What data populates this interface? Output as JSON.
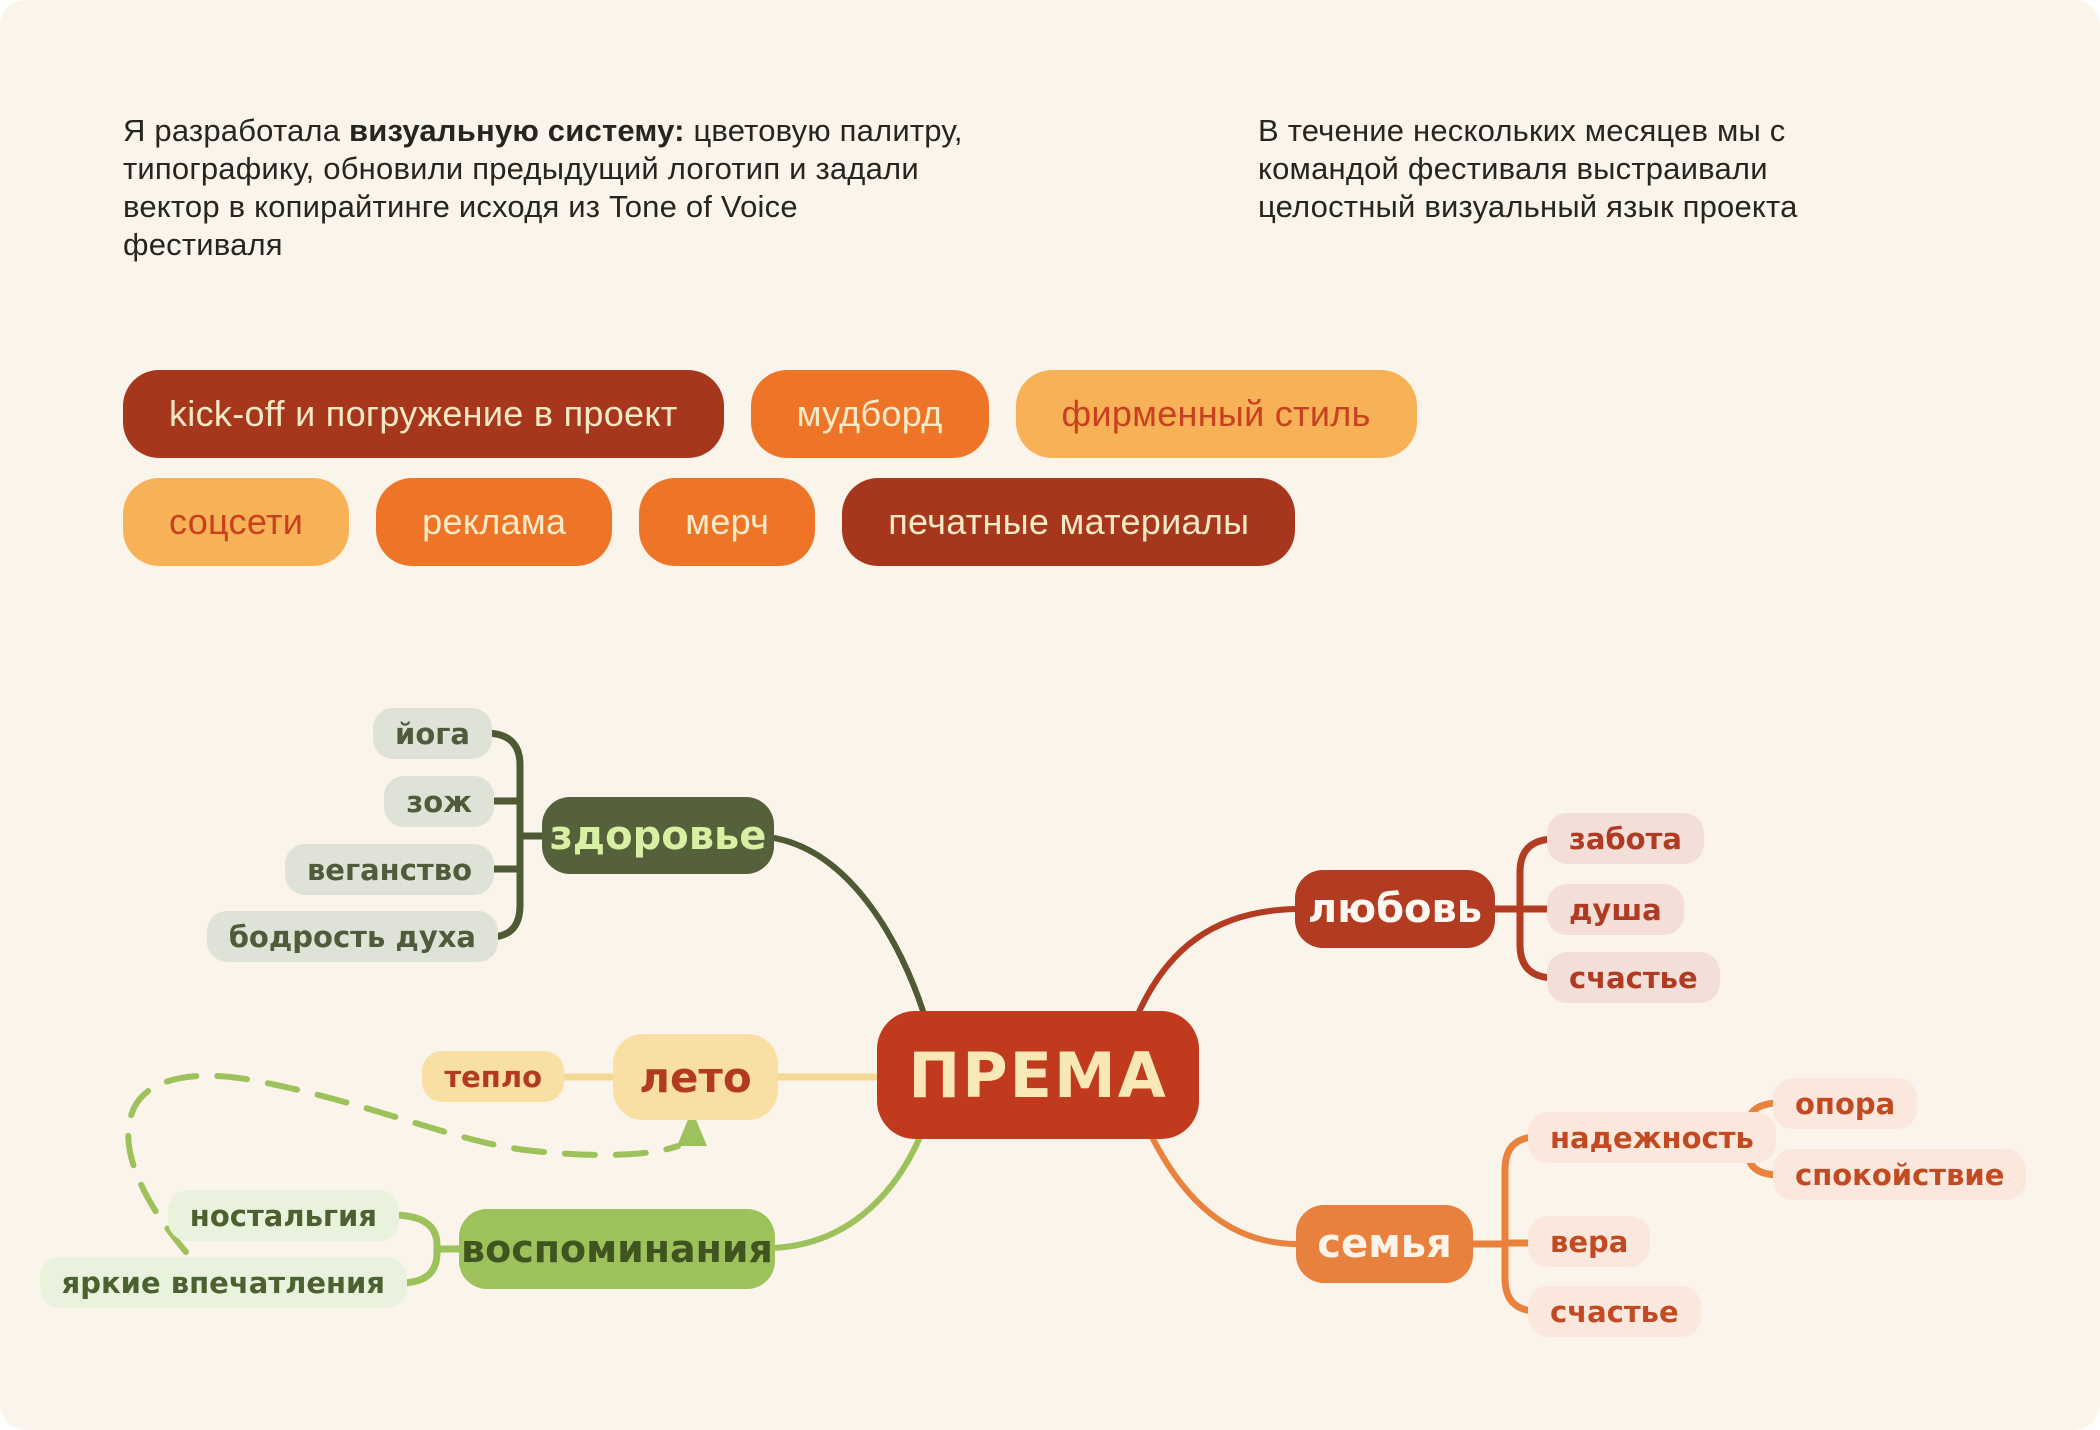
{
  "intro": {
    "left_pre": "Я разработала ",
    "left_bold": "визуальную систему:",
    "left_post": " цветовую палитру, типографику, обновили предыдущий логотип и задали вектор в копирайтинге исходя из Tone of Voice фестиваля",
    "right": "В течение нескольких месяцев мы с командой фестиваля выстраивали целостный визуальный язык проекта"
  },
  "tags": {
    "row1": [
      {
        "label": "kick-off и погружение в проект",
        "variant": "dark"
      },
      {
        "label": "мудборд",
        "variant": "orange"
      },
      {
        "label": "фирменный стиль",
        "variant": "amber"
      }
    ],
    "row2": [
      {
        "label": "соцсети",
        "variant": "amber"
      },
      {
        "label": "реклама",
        "variant": "orange"
      },
      {
        "label": "мерч",
        "variant": "orange"
      },
      {
        "label": "печатные материалы",
        "variant": "dark"
      }
    ]
  },
  "mindmap": {
    "center": {
      "label": "ПРЕМА"
    },
    "branches": [
      {
        "label": "здоровье",
        "children": [
          {
            "label": "йога"
          },
          {
            "label": "зож"
          },
          {
            "label": "веганство"
          },
          {
            "label": "бодрость духа"
          }
        ]
      },
      {
        "label": "лето",
        "children": [
          {
            "label": "тепло"
          }
        ]
      },
      {
        "label": "воспоминания",
        "children": [
          {
            "label": "ностальгия"
          },
          {
            "label": "яркие впечатления"
          }
        ]
      },
      {
        "label": "любовь",
        "children": [
          {
            "label": "забота"
          },
          {
            "label": "душа"
          },
          {
            "label": "счастье"
          }
        ]
      },
      {
        "label": "семья",
        "children": [
          {
            "label": "надежность",
            "children": [
              {
                "label": "опора"
              },
              {
                "label": "спокойствие"
              }
            ]
          },
          {
            "label": "вера"
          },
          {
            "label": "счастье"
          }
        ]
      }
    ],
    "dashed_link": {
      "from": "яркие впечатления",
      "to": "лето"
    }
  },
  "colors": {
    "page_bg": "#ffffff",
    "canvas_bg": "#FBF4EA",
    "text_dark": "#26251f",
    "pill_dark_bg": "#A6371D",
    "pill_dark_text": "#F7E9C5",
    "pill_orange_bg": "#EE7527",
    "pill_orange_text": "#F9EBC8",
    "pill_amber_bg": "#F7B156",
    "pill_amber_text": "#C8401E",
    "prema_bg": "#C23A1D",
    "prema_text": "#F8E8B5",
    "health_bg": "#55613B",
    "health_text": "#D7F0A2",
    "health_sub_bg": "#DFE2D6",
    "health_sub_text": "#4F5B3B",
    "health_line": "#4D5A33",
    "summer_bg": "#F9E0A2",
    "summer_text": "#B23A1E",
    "summer_line": "#F5D990",
    "memories_bg": "#9DC25C",
    "memories_text": "#3F541F",
    "memories_sub_bg": "#E9F2DC",
    "memories_sub_text": "#4C6130",
    "memories_line": "#9DC25C",
    "love_bg": "#B23B22",
    "love_text": "#FFF8F0",
    "love_sub_bg": "#F3DFD8",
    "love_sub_text": "#B13B22",
    "love_line": "#B23B22",
    "family_bg": "#E8813D",
    "family_text": "#FDF3E9",
    "family_sub_bg": "#FBE7DC",
    "family_sub_text": "#C14A22",
    "family_line": "#E8823C",
    "dashed_line": "#9DC25C"
  }
}
